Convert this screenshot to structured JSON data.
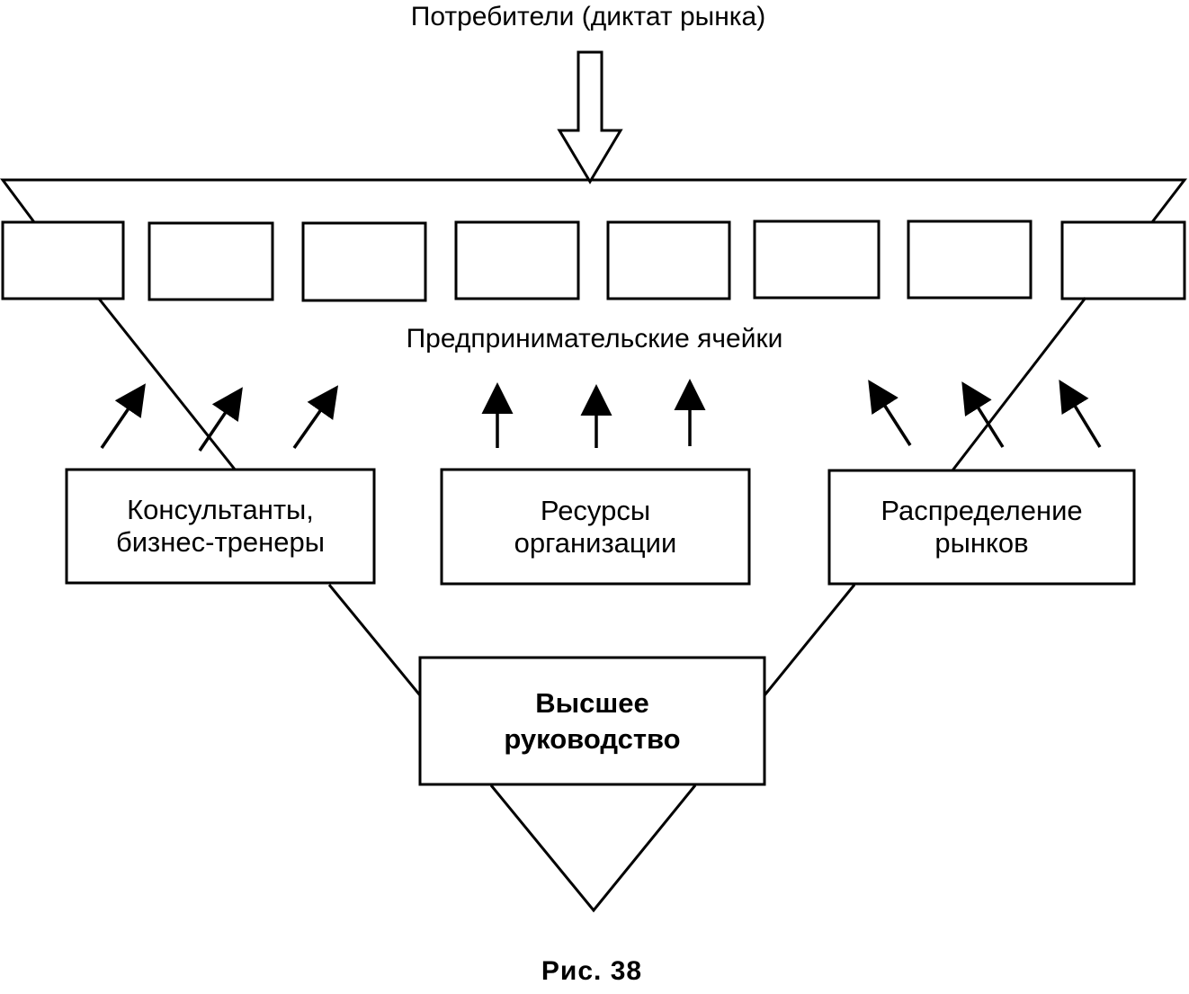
{
  "diagram": {
    "top_label": "Потребители (диктат рынка)",
    "cells_label": "Предпринимательские ячейки",
    "cell_count": 8,
    "boxes": {
      "consultants": {
        "line1": "Консультанты,",
        "line2": "бизнес-тренеры"
      },
      "resources": {
        "line1": "Ресурсы",
        "line2": "организации"
      },
      "markets": {
        "line1": "Распределение",
        "line2": "рынков"
      },
      "management": {
        "line1": "Высшее",
        "line2": "руководство"
      }
    },
    "caption": "Рис. 38"
  }
}
